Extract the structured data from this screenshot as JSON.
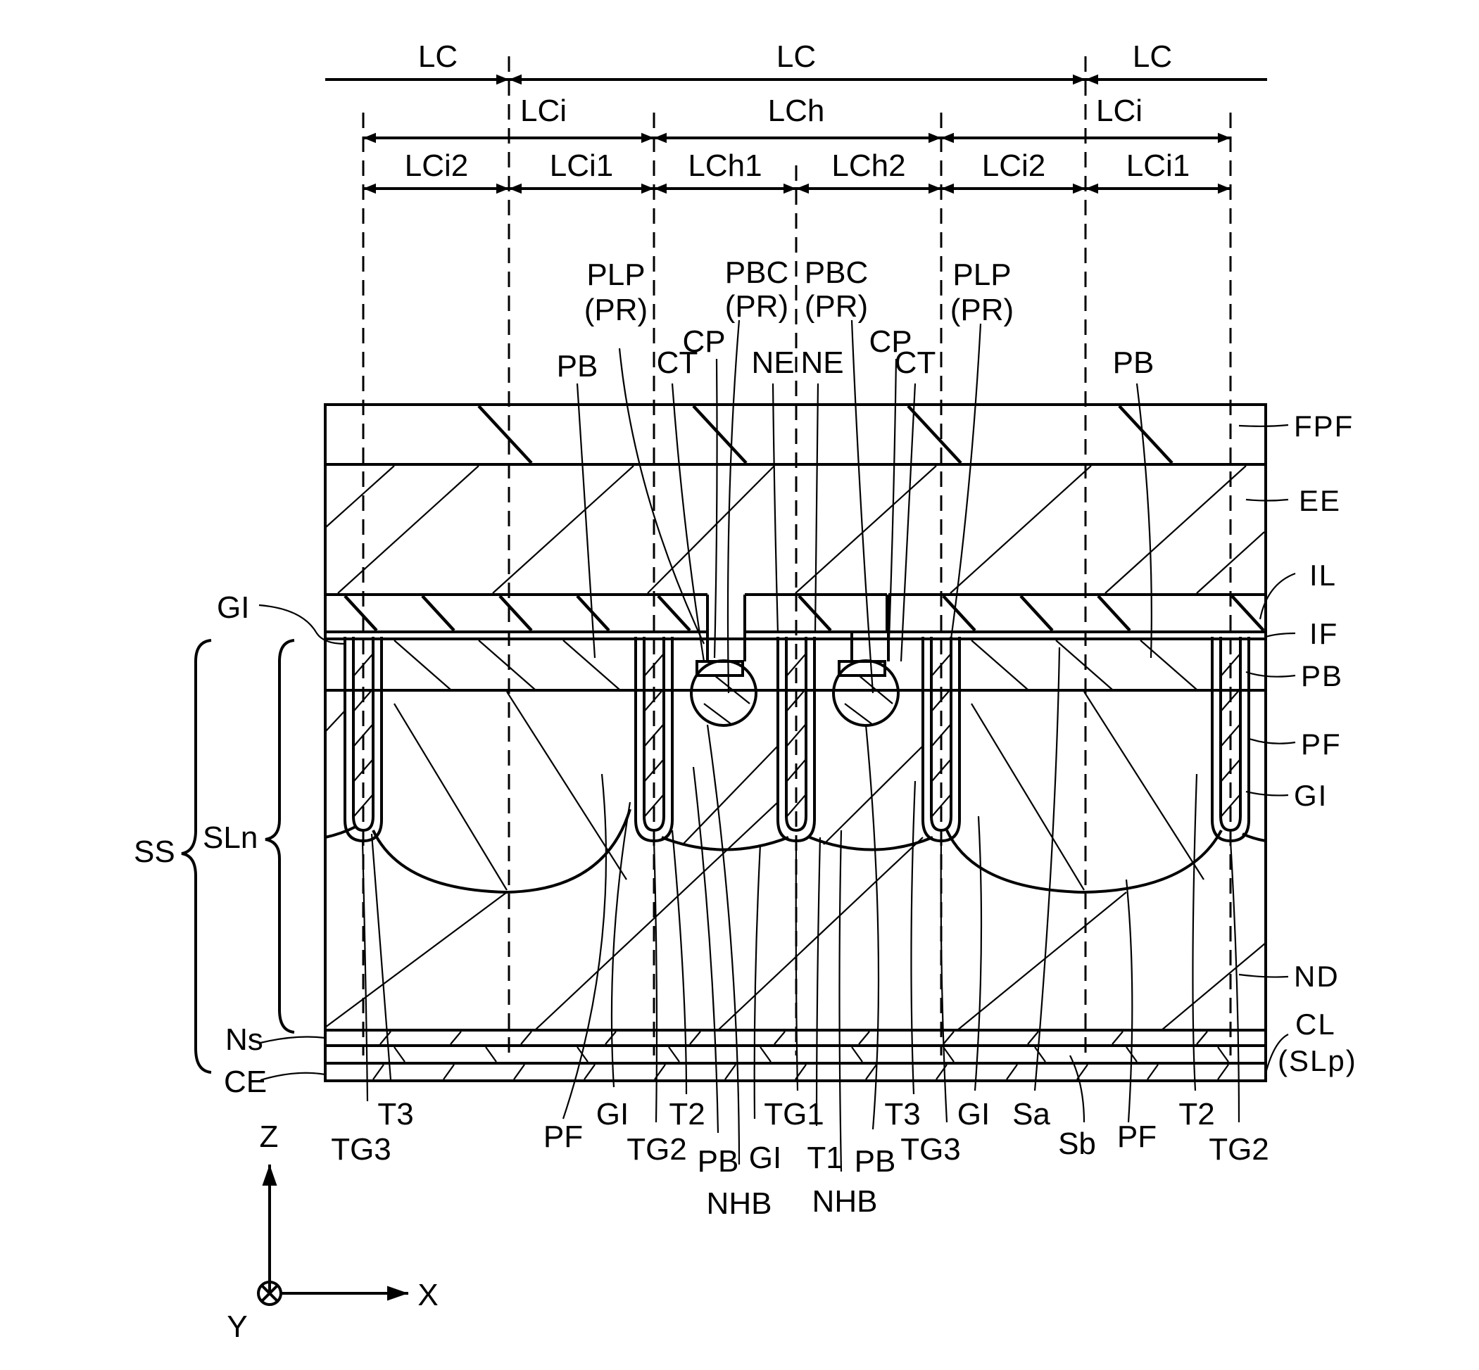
{
  "figure": {
    "dimensions": {
      "row1": [
        "LC",
        "LC",
        "LC"
      ],
      "row2": [
        "LCi",
        "LCh",
        "LCi"
      ],
      "row3": [
        "LCi2",
        "LCi1",
        "LCh1",
        "LCh2",
        "LCi2",
        "LCi1"
      ]
    },
    "top_labels": {
      "pb_left": "PB",
      "plp_left": "PLP",
      "plp_left_sub": "(PR)",
      "ct_left": "CT",
      "cp_left": "CP",
      "pbc_left": "PBC",
      "pbc_left_sub": "(PR)",
      "ne_left": "NE",
      "pbc_right": "PBC",
      "pbc_right_sub": "(PR)",
      "ne_right": "NE",
      "cp_right": "CP",
      "ct_right": "CT",
      "plp_right": "PLP",
      "plp_right_sub": "(PR)",
      "pb_right": "PB"
    },
    "right_labels": [
      "FPF",
      "EE",
      "IL",
      "IF",
      "PB",
      "PF",
      "GI",
      "ND",
      "CL",
      "(SLp)"
    ],
    "left_labels": {
      "gi": "GI",
      "ss": "SS",
      "sln": "SLn",
      "ns": "Ns",
      "ce": "CE"
    },
    "bottom_labels": {
      "t3_left": "T3",
      "tg3_left": "TG3",
      "pf_left": "PF",
      "gi_1": "GI",
      "t2_left": "T2",
      "tg2_left": "TG2",
      "pb_1": "PB",
      "gi_2": "GI",
      "nhb_1": "NHB",
      "tg1": "TG1",
      "t1": "T1",
      "pb_2": "PB",
      "nhb_2": "NHB",
      "t3_right": "T3",
      "tg3_right": "TG3",
      "gi_3": "GI",
      "sa": "Sa",
      "sb": "Sb",
      "pf_right": "PF",
      "t2_right": "T2",
      "tg2_right": "TG2"
    },
    "axes": {
      "z": "Z",
      "x": "X",
      "y": "Y",
      "y_symbol": "into-page-cross"
    }
  }
}
